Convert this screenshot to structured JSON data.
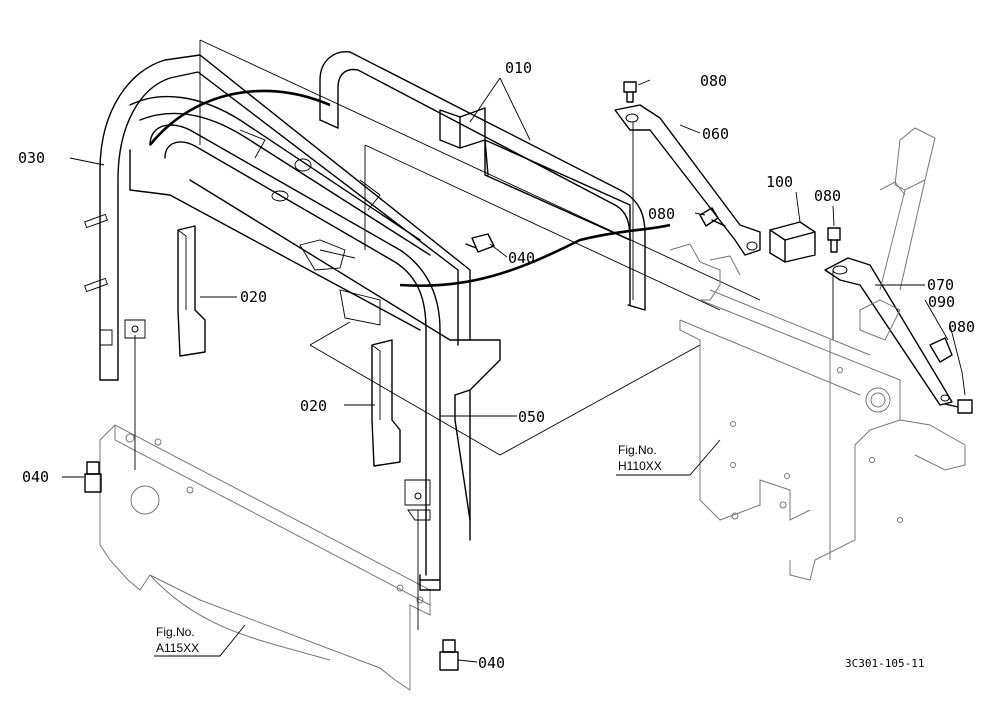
{
  "callouts": {
    "c010": "010",
    "c020a": "020",
    "c020b": "020",
    "c030": "030",
    "c040a": "040",
    "c040b": "040",
    "c040c": "040",
    "c050": "050",
    "c060": "060",
    "c070": "070",
    "c080a": "080",
    "c080b": "080",
    "c080c": "080",
    "c080d": "080",
    "c090": "090",
    "c100": "100"
  },
  "figure_refs": {
    "h110_label": "Fig.No.",
    "h110_code": "H110XX",
    "a115_label": "Fig.No.",
    "a115_code": "A115XX"
  },
  "drawing_code": "3C301-105-11"
}
